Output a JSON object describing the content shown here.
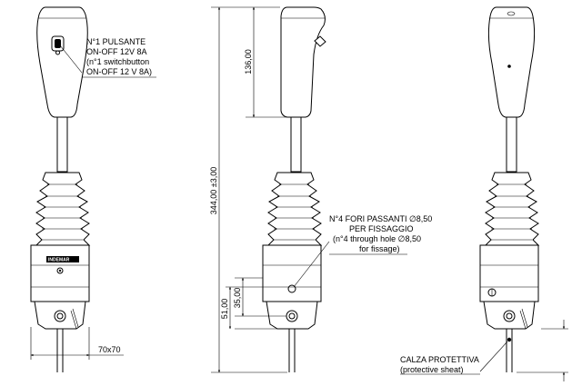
{
  "notes": {
    "switch_it_1": "N°1 PULSANTE",
    "switch_it_2": "ON-OFF 12V 8A",
    "switch_en_1": "(n°1 switchbutton",
    "switch_en_2": "ON-OFF 12 V 8A)",
    "holes_it_1": "N°4 FORI PASSANTI ∅8,50",
    "holes_it_2": "PER FISSAGGIO",
    "holes_en_1": "(n°4 through hole ∅8,50",
    "holes_en_2": "for fissage)",
    "boot_it": "CALZA PROTETTIVA",
    "boot_en": "(protective sheat)"
  },
  "dimensions": {
    "base_size": "70x70",
    "total_height": "344,00 ±3,00",
    "handle_height": "136,00",
    "mount_height": "35,00",
    "base_height": "51,00"
  },
  "logo_text": "INDEMAR"
}
